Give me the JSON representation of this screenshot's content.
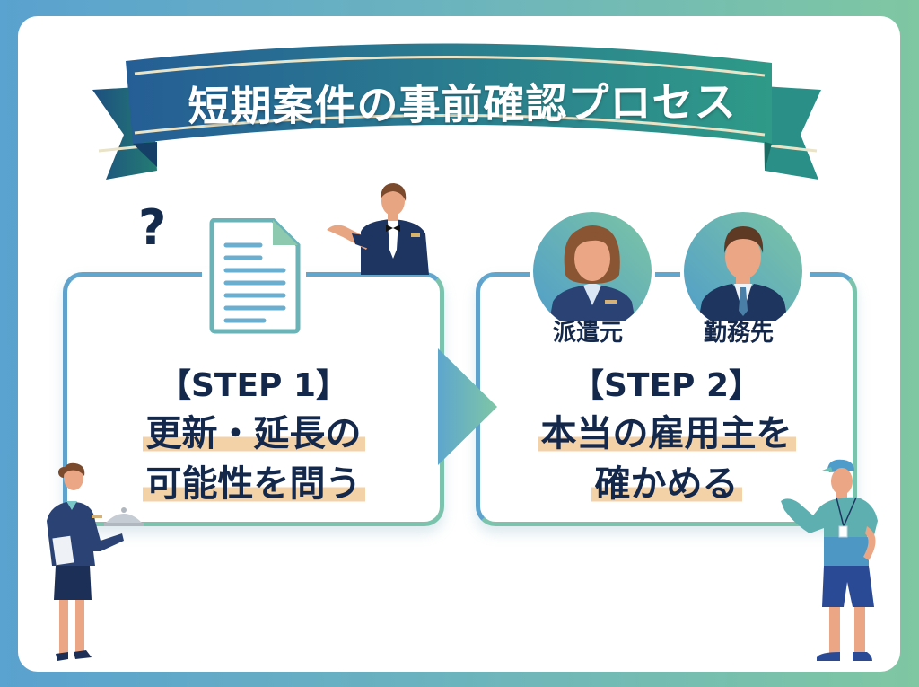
{
  "header": {
    "title": "短期案件の事前確認プロセス"
  },
  "colors": {
    "frame_left": "#5aa2cf",
    "frame_right": "#7fc7a2",
    "ribbon_left": "#255e95",
    "ribbon_right": "#2f9a88",
    "text_dark": "#14284b",
    "highlight": "#f3d2a8"
  },
  "steps": [
    {
      "label": "【STEP 1】",
      "lines": [
        "更新・延長の",
        "可能性を問う"
      ],
      "icons": [
        "question-mark-icon",
        "document-icon",
        "waiter-figure"
      ]
    },
    {
      "label": "【STEP 2】",
      "lines": [
        "本当の雇用主を",
        "確かめる"
      ],
      "roles": [
        {
          "label": "派遣元",
          "icon": "female-staff-avatar"
        },
        {
          "label": "勤務先",
          "icon": "male-staff-avatar"
        }
      ]
    }
  ],
  "decorations": {
    "question_mark": "?"
  }
}
